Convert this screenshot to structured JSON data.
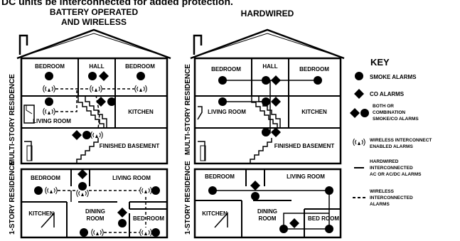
{
  "header": {
    "cut_line": "DC units be interconnected for added protection.",
    "left_title_1": "BATTERY OPERATED",
    "left_title_2": "AND WIRELESS",
    "right_title": "HARDWIRED"
  },
  "side_labels": {
    "multi": "MULTI-STORY RESIDENCE",
    "one": "1-STORY RESIDENCE"
  },
  "rooms": {
    "bedroom": "BEDROOM",
    "hall": "HALL",
    "kitchen": "KITCHEN",
    "living_room": "LIVING ROOM",
    "finished_basement": "FINISHED BASEMENT",
    "dining_1": "DINING",
    "dining_2": "ROOM",
    "bed_room": "BED ROOM"
  },
  "key": {
    "title": "KEY",
    "smoke": "SMOKE ALARMS",
    "co": "CO ALARMS",
    "combo_1": "BOTH OR",
    "combo_2": "COMBINATION",
    "combo_3": "SMOKE/CO ALARMS",
    "wireless_1": "WIRELESS INTERCONNECT",
    "wireless_2": "ENABLED ALARMS",
    "hard_1": "HARDWIRED",
    "hard_2": "INTERCONNECTED",
    "hard_3": "AC OR AC/DC ALARMS",
    "wline_1": "WIRELESS",
    "wline_2": "INTERCONNECTED",
    "wline_3": "ALARMS"
  },
  "icons": {
    "smoke": "filled-circle",
    "co": "filled-diamond",
    "wireless": "radio-waves-icon"
  },
  "colors": {
    "ink": "#000000",
    "paper": "#ffffff"
  }
}
